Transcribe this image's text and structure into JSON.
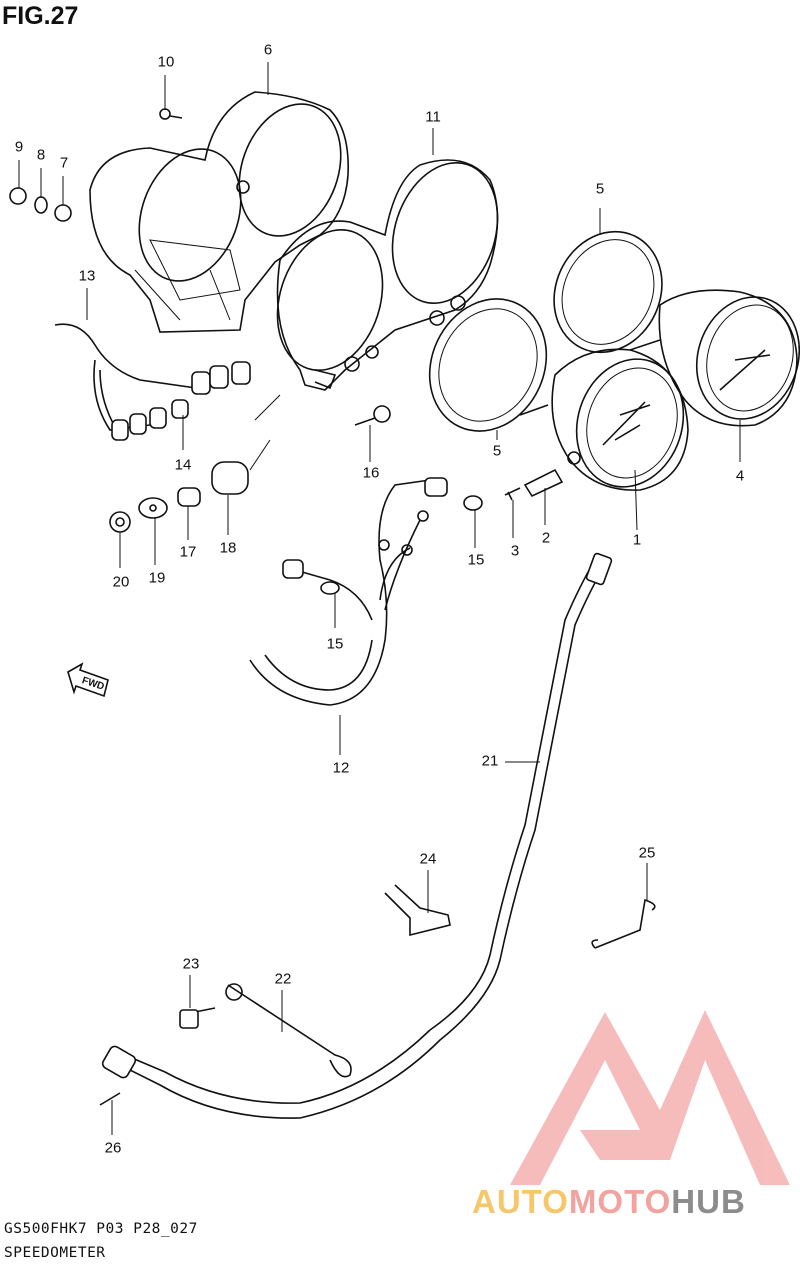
{
  "figure": {
    "title": "FIG.27"
  },
  "callouts": [
    {
      "id": "c1",
      "label": "1"
    },
    {
      "id": "c2",
      "label": "2"
    },
    {
      "id": "c3",
      "label": "3"
    },
    {
      "id": "c4",
      "label": "4"
    },
    {
      "id": "c5a",
      "label": "5"
    },
    {
      "id": "c5b",
      "label": "5"
    },
    {
      "id": "c6",
      "label": "6"
    },
    {
      "id": "c7",
      "label": "7"
    },
    {
      "id": "c8",
      "label": "8"
    },
    {
      "id": "c9",
      "label": "9"
    },
    {
      "id": "c10",
      "label": "10"
    },
    {
      "id": "c11",
      "label": "11"
    },
    {
      "id": "c12",
      "label": "12"
    },
    {
      "id": "c13",
      "label": "13"
    },
    {
      "id": "c14",
      "label": "14"
    },
    {
      "id": "c15a",
      "label": "15"
    },
    {
      "id": "c15b",
      "label": "15"
    },
    {
      "id": "c16",
      "label": "16"
    },
    {
      "id": "c17",
      "label": "17"
    },
    {
      "id": "c18",
      "label": "18"
    },
    {
      "id": "c19",
      "label": "19"
    },
    {
      "id": "c20",
      "label": "20"
    },
    {
      "id": "c21",
      "label": "21"
    },
    {
      "id": "c22",
      "label": "22"
    },
    {
      "id": "c23",
      "label": "23"
    },
    {
      "id": "c24",
      "label": "24"
    },
    {
      "id": "c25",
      "label": "25"
    },
    {
      "id": "c26",
      "label": "26"
    }
  ],
  "fwd_label": "FWD",
  "footer": {
    "line1": "GS500FHK7  P03 P28_027",
    "line2": "SPEEDOMETER"
  },
  "watermark": {
    "part1": "AUTO",
    "part2": "MOTO",
    "part3": "HUB"
  },
  "colors": {
    "line": "#111111",
    "watermark_red": "#f26a6a",
    "watermark_yellow": "#f6c66a",
    "watermark_grey": "#8c8c8c"
  }
}
